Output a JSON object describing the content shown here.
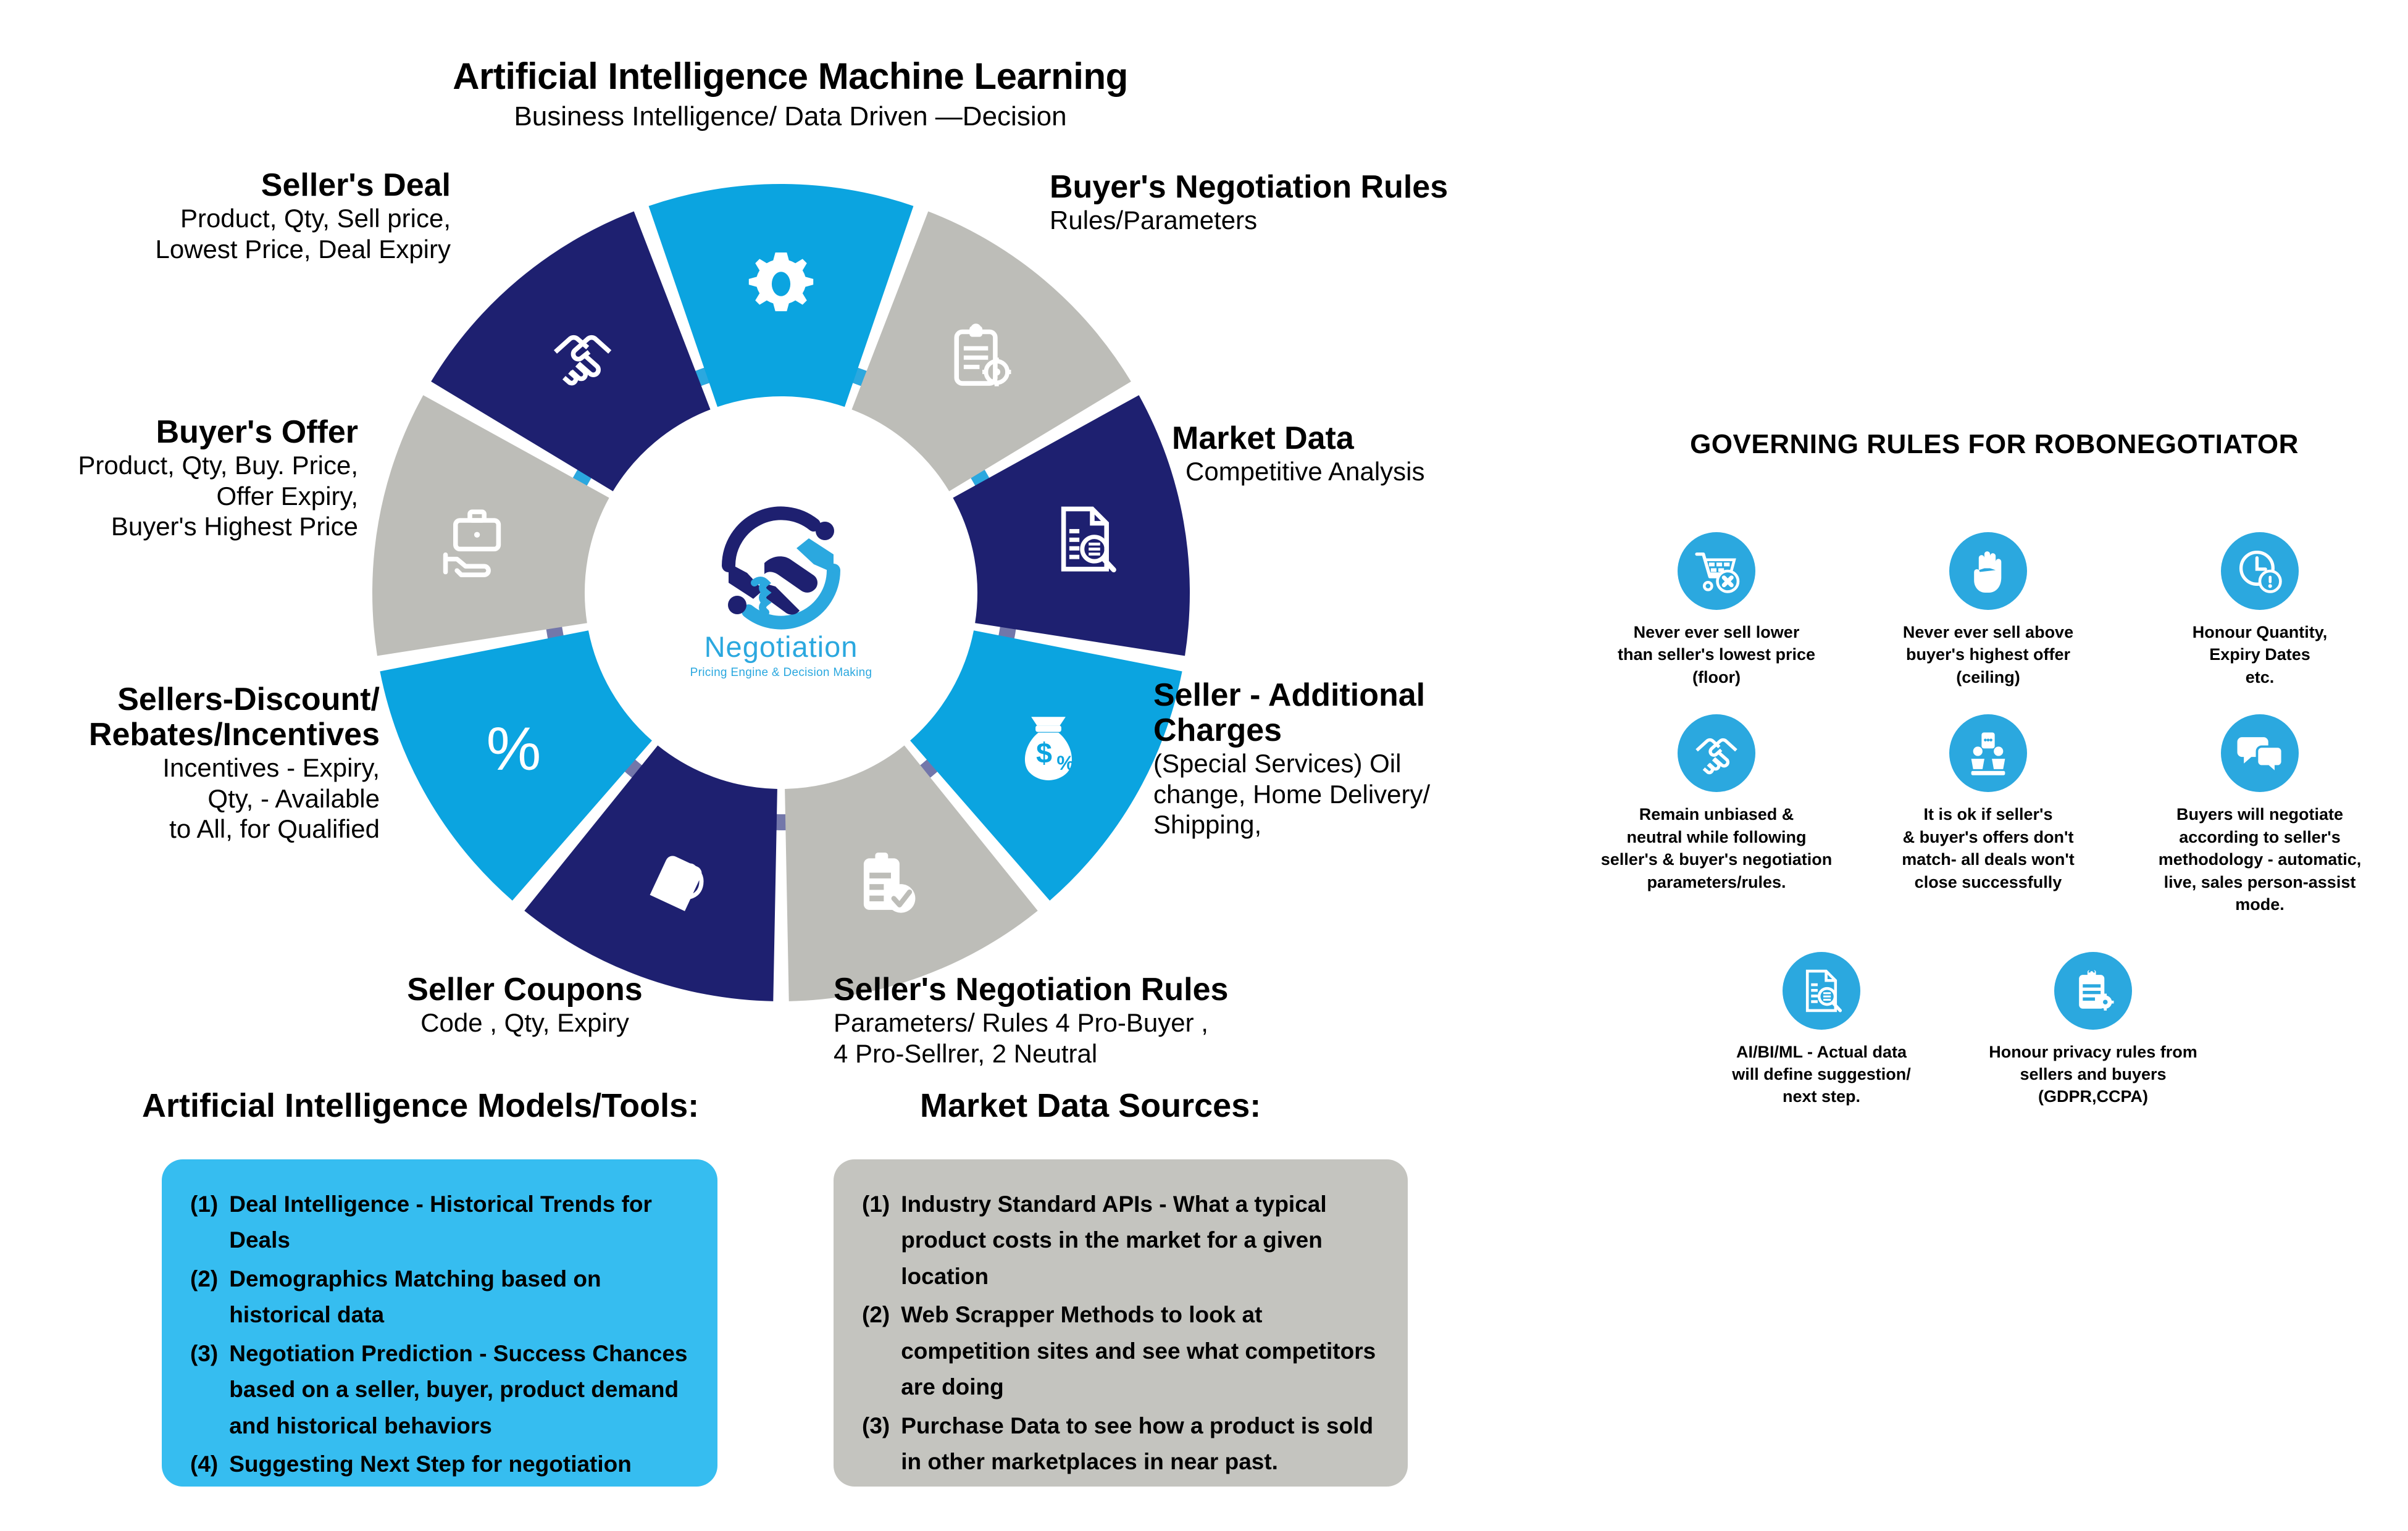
{
  "top_title": {
    "line1": "Artificial Intelligence Machine Learning",
    "line2": "Business Intelligence/ Data Driven —Decision"
  },
  "center_logo": {
    "name": "Negotiation",
    "tagline": "Pricing Engine & Decision Making",
    "icon": "handshake-circle-logo"
  },
  "wheel": {
    "colors": {
      "blue": "#0BA4E0",
      "navy": "#1E2070",
      "gray": "#BDBDB8",
      "ring": "#5B5F9B"
    },
    "segments": [
      {
        "id": "ai-ml",
        "color": "#0BA4E0",
        "icon": "gear-icon"
      },
      {
        "id": "buyers-negotiation",
        "color": "#BDBDB8",
        "icon": "clipboard-gear-icon"
      },
      {
        "id": "market-data",
        "color": "#1E2070",
        "icon": "document-search-icon"
      },
      {
        "id": "additional-charges",
        "color": "#0BA4E0",
        "icon": "money-bag-percent-icon"
      },
      {
        "id": "sellers-negotiation",
        "color": "#BDBDB8",
        "icon": "clipboard-check-icon"
      },
      {
        "id": "seller-coupons",
        "color": "#1E2070",
        "icon": "price-tag-icon"
      },
      {
        "id": "sellers-discount",
        "color": "#0BA4E0",
        "icon": "percent-icon"
      },
      {
        "id": "buyers-offer",
        "color": "#BDBDB8",
        "icon": "briefcase-hand-icon"
      },
      {
        "id": "sellers-deal",
        "color": "#1E2070",
        "icon": "handshake-icon"
      }
    ]
  },
  "labels": {
    "sellers_deal": {
      "heading": "Seller's Deal",
      "sub": "Product, Qty, Sell price,\nLowest Price, Deal Expiry"
    },
    "buyers_offer": {
      "heading": "Buyer's Offer",
      "sub": "Product, Qty, Buy. Price,\nOffer Expiry,\nBuyer's Highest Price"
    },
    "sellers_discount": {
      "heading": "Sellers-Discount/\nRebates/Incentives",
      "sub": "Incentives - Expiry,\nQty, - Available\nto All, for Qualified"
    },
    "seller_coupons": {
      "heading": "Seller Coupons",
      "sub": "Code , Qty, Expiry"
    },
    "sellers_negotiation": {
      "heading": "Seller's Negotiation Rules",
      "sub": "Parameters/ Rules 4 Pro-Buyer ,\n4 Pro-Sellrer, 2 Neutral"
    },
    "additional_charges": {
      "heading": "Seller - Additional\nCharges",
      "sub": "(Special Services) Oil\nchange, Home Delivery/\nShipping,"
    },
    "market_data": {
      "heading": "Market Data",
      "sub": "Competitive Analysis"
    },
    "buyers_negotiation": {
      "heading": "Buyer's Negotiation Rules",
      "sub": "Rules/Parameters"
    }
  },
  "ai_models": {
    "heading": "Artificial Intelligence Models/Tools:",
    "box_color": "#36BDF0",
    "items": [
      {
        "num": "(1)",
        "text": "Deal Intelligence - Historical Trends for Deals"
      },
      {
        "num": "(2)",
        "text": "Demographics Matching based on historical data"
      },
      {
        "num": "(3)",
        "text": "Negotiation Prediction - Success Chances based on a seller, buyer, product demand and historical behaviors"
      },
      {
        "num": "(4)",
        "text": "Suggesting Next Step for negotiation"
      }
    ]
  },
  "market_data_sources": {
    "heading": "Market Data Sources:",
    "box_color": "#C4C4BF",
    "items": [
      {
        "num": "(1)",
        "text": "Industry Standard APIs - What a typical product costs in the market for a given location"
      },
      {
        "num": "(2)",
        "text": "Web Scrapper Methods to look at competition sites and see what competitors are doing"
      },
      {
        "num": "(3)",
        "text": "Purchase Data to see how a product is sold in other marketplaces in near past."
      }
    ]
  },
  "governing_rules": {
    "title": "GOVERNING RULES FOR ROBONEGOTIATOR",
    "icon_color": "#2BA8DF",
    "rows": [
      [
        {
          "icon": "cart-blocked-icon",
          "text": "Never ever sell lower\nthan seller's lowest price\n(floor)"
        },
        {
          "icon": "stop-hand-icon",
          "text": "Never ever sell above\nbuyer's highest offer\n(ceiling)"
        },
        {
          "icon": "clock-alert-icon",
          "text": "Honour Quantity,\nExpiry Dates\netc."
        }
      ],
      [
        {
          "icon": "handshake-icon",
          "text": "Remain unbiased &\nneutral while following\nseller's & buyer's negotiation\nparameters/rules."
        },
        {
          "icon": "people-screen-icon",
          "text": "It is ok if seller's\n& buyer's offers don't\nmatch- all deals won't\nclose successfully"
        },
        {
          "icon": "chat-bubbles-icon",
          "text": "Buyers will negotiate\naccording to seller's\nmethodology - automatic,\nlive, sales person-assist\nmode."
        }
      ],
      [
        {
          "icon": "document-search-icon",
          "text": "AI/BI/ML - Actual data\nwill define suggestion/\nnext step."
        },
        {
          "icon": "clipboard-gear-icon",
          "text": "Honour privacy rules from\nsellers and buyers\n(GDPR,CCPA)"
        }
      ]
    ]
  }
}
